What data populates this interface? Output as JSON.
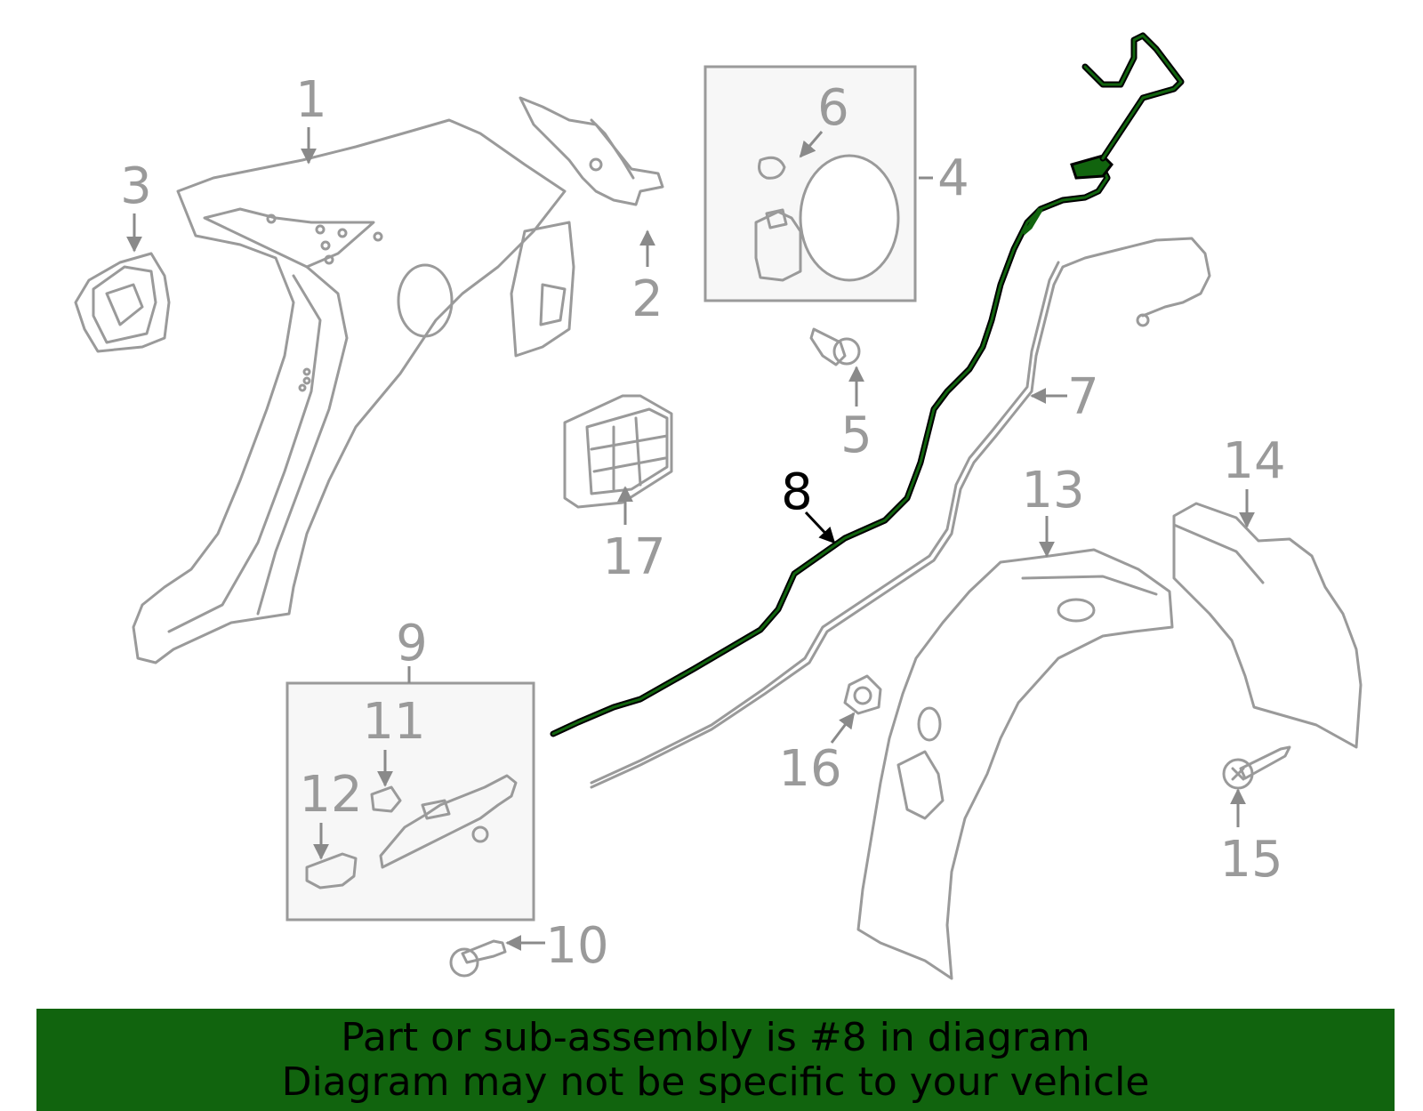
{
  "colors": {
    "highlight_part": "#11640e",
    "parts": "#9a9a9a",
    "banner_bg": "#11640e"
  },
  "callouts": {
    "c1": "1",
    "c2": "2",
    "c3": "3",
    "c4": "4",
    "c5": "5",
    "c6": "6",
    "c7": "7",
    "c8": "8",
    "c9": "9",
    "c10": "10",
    "c11": "11",
    "c12": "12",
    "c13": "13",
    "c14": "14",
    "c15": "15",
    "c16": "16",
    "c17": "17"
  },
  "highlighted_callout": "8",
  "banner": {
    "line1": "Part or sub-assembly is #8 in diagram",
    "line2": "Diagram may not be specific to your vehicle"
  }
}
